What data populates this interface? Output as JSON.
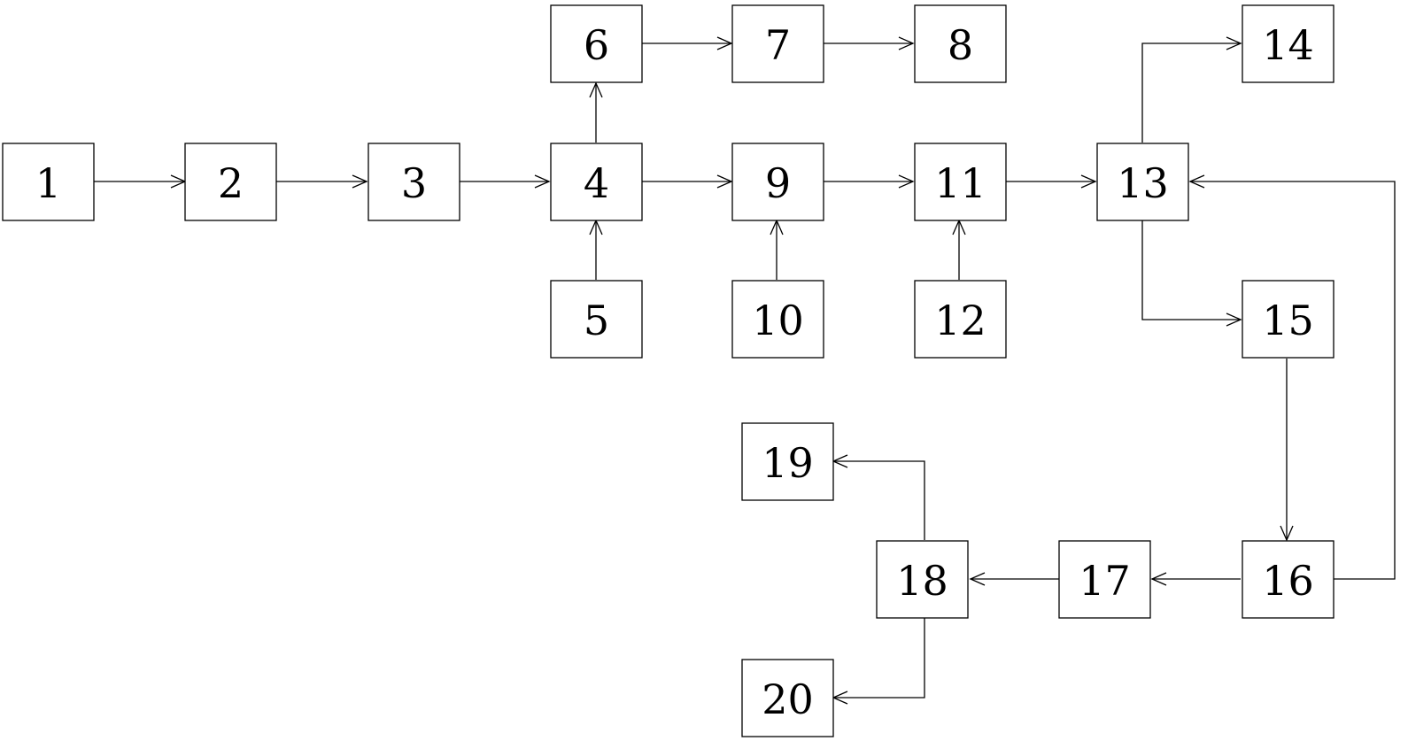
{
  "nodes": [
    {
      "id": "1",
      "label": "1"
    },
    {
      "id": "2",
      "label": "2"
    },
    {
      "id": "3",
      "label": "3"
    },
    {
      "id": "4",
      "label": "4"
    },
    {
      "id": "5",
      "label": "5"
    },
    {
      "id": "6",
      "label": "6"
    },
    {
      "id": "7",
      "label": "7"
    },
    {
      "id": "8",
      "label": "8"
    },
    {
      "id": "9",
      "label": "9"
    },
    {
      "id": "10",
      "label": "10"
    },
    {
      "id": "11",
      "label": "11"
    },
    {
      "id": "12",
      "label": "12"
    },
    {
      "id": "13",
      "label": "13"
    },
    {
      "id": "14",
      "label": "14"
    },
    {
      "id": "15",
      "label": "15"
    },
    {
      "id": "16",
      "label": "16"
    },
    {
      "id": "17",
      "label": "17"
    },
    {
      "id": "18",
      "label": "18"
    },
    {
      "id": "19",
      "label": "19"
    },
    {
      "id": "20",
      "label": "20"
    }
  ],
  "edges": [
    {
      "from": "1",
      "to": "2"
    },
    {
      "from": "2",
      "to": "3"
    },
    {
      "from": "3",
      "to": "4"
    },
    {
      "from": "5",
      "to": "4"
    },
    {
      "from": "4",
      "to": "6"
    },
    {
      "from": "6",
      "to": "7"
    },
    {
      "from": "7",
      "to": "8"
    },
    {
      "from": "4",
      "to": "9"
    },
    {
      "from": "10",
      "to": "9"
    },
    {
      "from": "9",
      "to": "11"
    },
    {
      "from": "12",
      "to": "11"
    },
    {
      "from": "11",
      "to": "13"
    },
    {
      "from": "13",
      "to": "14"
    },
    {
      "from": "13",
      "to": "15"
    },
    {
      "from": "15",
      "to": "16"
    },
    {
      "from": "16",
      "to": "13"
    },
    {
      "from": "16",
      "to": "17"
    },
    {
      "from": "17",
      "to": "18"
    },
    {
      "from": "18",
      "to": "19"
    },
    {
      "from": "18",
      "to": "20"
    }
  ]
}
